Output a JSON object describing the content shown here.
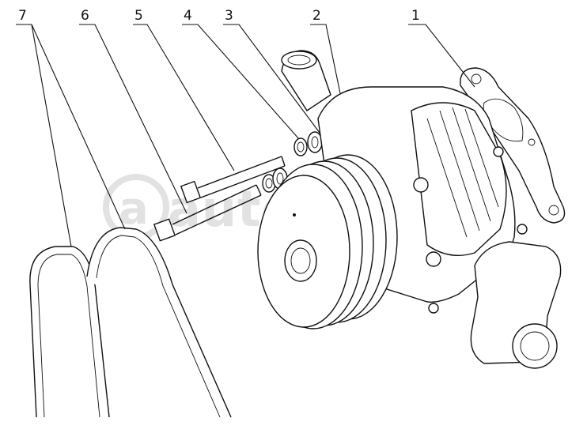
{
  "callouts": [
    {
      "id": "1",
      "label": "1"
    },
    {
      "id": "2",
      "label": "2"
    },
    {
      "id": "3",
      "label": "3"
    },
    {
      "id": "4",
      "label": "4"
    },
    {
      "id": "5",
      "label": "5"
    },
    {
      "id": "6",
      "label": "6"
    },
    {
      "id": "7",
      "label": "7"
    }
  ],
  "watermark": {
    "text": "autopiter.ru"
  }
}
